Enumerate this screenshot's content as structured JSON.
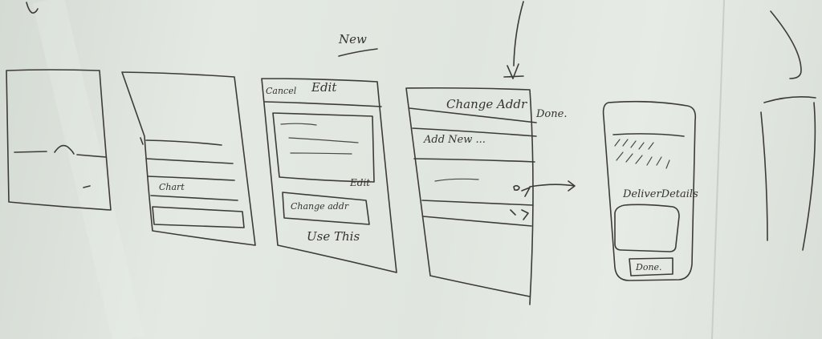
{
  "whiteboard": {
    "heading_new": "New",
    "sketch_3": {
      "cancel": "Cancel",
      "edit_title": "Edit",
      "edit_link": "Edit",
      "change_addr": "Change addr",
      "use_this": "Use This"
    },
    "sketch_2": {
      "chart_label": "Chart"
    },
    "sketch_4": {
      "change_addr": "Change Addr",
      "done": "Done.",
      "add_new": "Add New ..."
    },
    "sketch_5": {
      "delivery_details": "DeliverDetails",
      "done": "Done."
    }
  }
}
